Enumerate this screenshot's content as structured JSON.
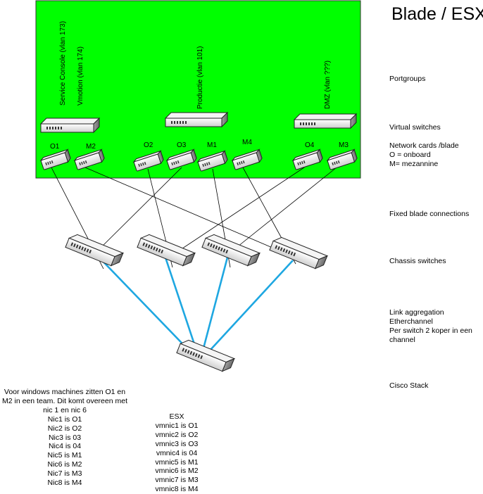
{
  "title": "Blade / ESX",
  "labels": {
    "portgroups": "Portgroups",
    "virtual_switches": "Virtual switches",
    "network_cards": [
      "Network cards /blade",
      "O = onboard",
      "M= mezannine"
    ],
    "fixed_blade_connections": "Fixed blade connections",
    "chassis_switches": "Chassis switches",
    "link_aggregation": [
      "Link aggregation",
      "Etherchannel",
      "Per switch 2 koper in een",
      "channel"
    ],
    "cisco_stack": "Cisco Stack"
  },
  "portgroups": [
    "Service Console (vlan 173)",
    "Vmotion (vlan 174)",
    "Productie (vlan 101)",
    "DMZ (vlan ???)"
  ],
  "nics": [
    "O1",
    "M2",
    "O2",
    "O3",
    "M1",
    "M4",
    "O4",
    "M3"
  ],
  "windows_note": {
    "intro": "Voor windows machines zitten O1 en M2 in een team. Dit komt overeen met nic 1 en nic 6",
    "lines": [
      "Nic1 is O1",
      "Nic2 is O2",
      "Nic3 is 03",
      "Nic4 is 04",
      "Nic5 is M1",
      "Nic6 is M2",
      "Nic7 is M3",
      "Nic8 is M4"
    ]
  },
  "esx_note": {
    "title": "ESX",
    "lines": [
      "vmnic1 is O1",
      "vmnic2 is O2",
      "vmnic3 is O3",
      "vmnic4 is 04",
      "vmnic5 is M1",
      "vmnic6 is M2",
      "vmnic7 is M3",
      "vmnic8 is M4"
    ]
  },
  "colors": {
    "blade_background": "#00ff00",
    "aggregation_link": "#1ea7e1",
    "device_body": "#e8e8e8"
  }
}
